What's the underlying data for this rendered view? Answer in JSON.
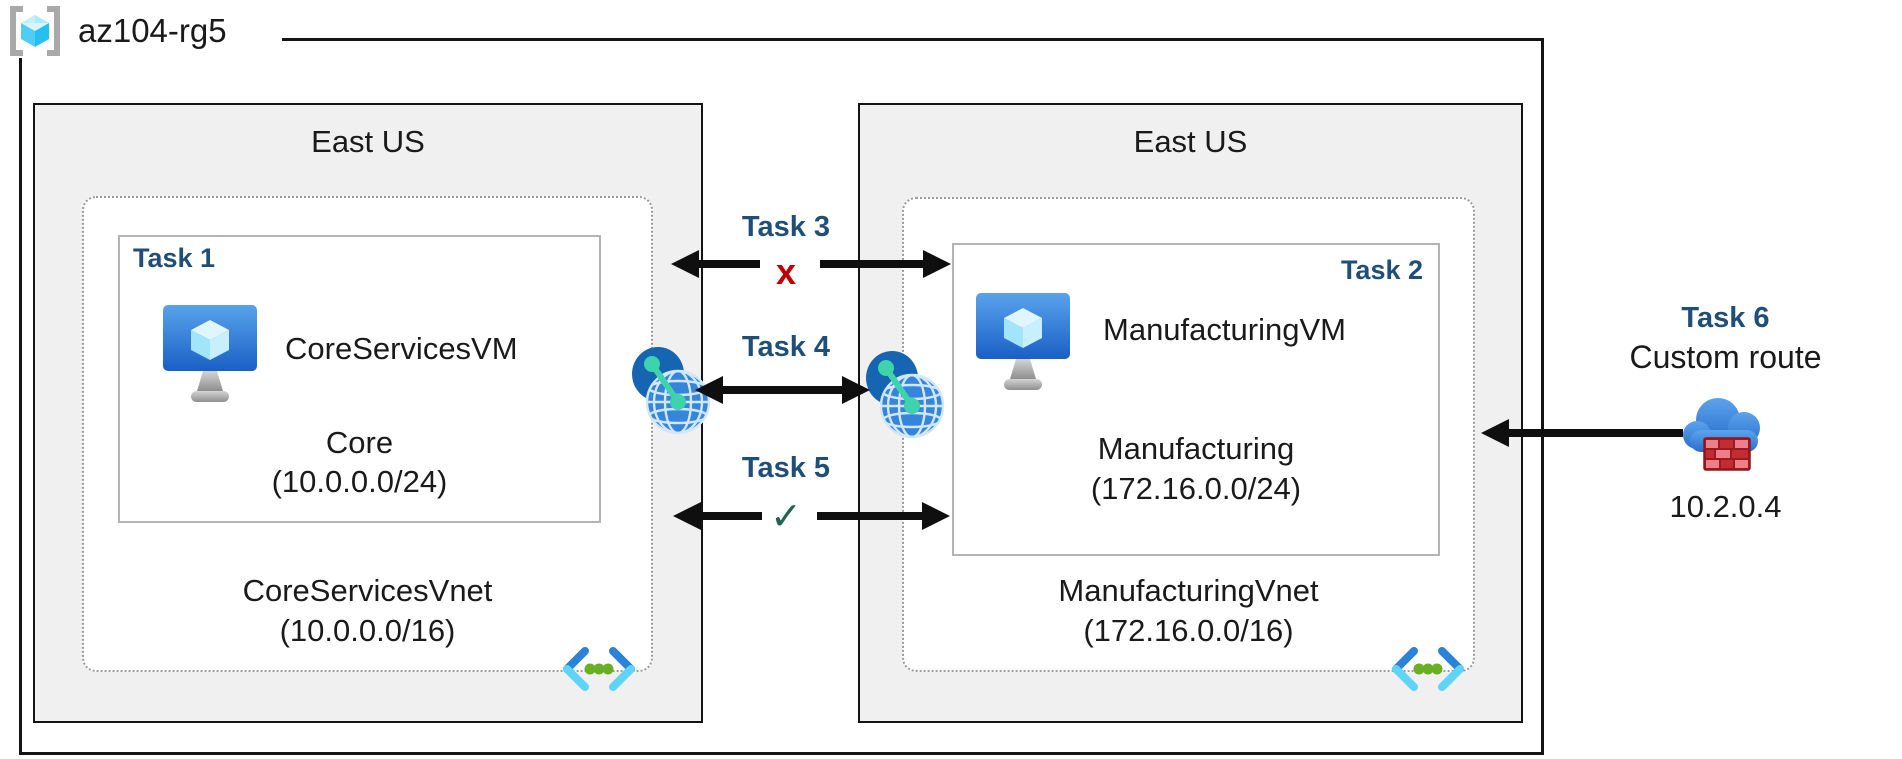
{
  "resource_group": {
    "name": "az104-rg5"
  },
  "left_region": {
    "name": "East US",
    "vnet": {
      "name": "CoreServicesVnet",
      "cidr": "(10.0.0.0/16)"
    },
    "subnet": {
      "task_label": "Task 1",
      "vm_name": "CoreServicesVM",
      "name": "Core",
      "cidr": "(10.0.0.0/24)"
    }
  },
  "right_region": {
    "name": "East US",
    "vnet": {
      "name": "ManufacturingVnet",
      "cidr": "(172.16.0.0/16)"
    },
    "subnet": {
      "task_label": "Task 2",
      "vm_name": "ManufacturingVM",
      "name": "Manufacturing",
      "cidr": "(172.16.0.0/24)"
    }
  },
  "connections": {
    "task3": {
      "label": "Task 3",
      "marker": "x"
    },
    "task4": {
      "label": "Task 4"
    },
    "task5": {
      "label": "Task 5",
      "marker": "✓"
    },
    "task6": {
      "label": "Task 6",
      "description": "Custom route",
      "ip": "10.2.0.4"
    }
  },
  "colors": {
    "task_label": "#1f4e79",
    "blocked": "#c00000",
    "allowed": "#1e6450"
  }
}
